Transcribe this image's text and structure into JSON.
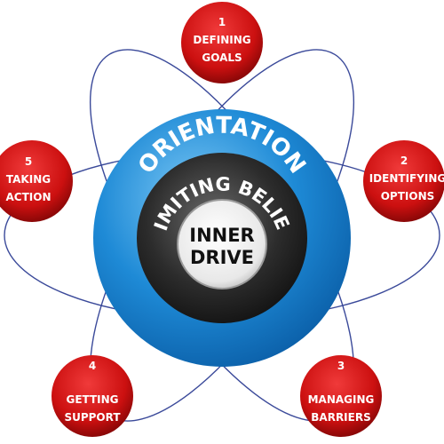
{
  "diagram": {
    "center": {
      "outer_ring_label": "ORIENTATION",
      "middle_ring_label": "LIMITING BELIEF",
      "core_lines": [
        "INNER",
        "DRIVE"
      ]
    },
    "steps": [
      {
        "number": "1",
        "lines": [
          "DEFINING",
          "GOALS"
        ]
      },
      {
        "number": "2",
        "lines": [
          "IDENTIFYING",
          "OPTIONS"
        ]
      },
      {
        "number": "3",
        "lines": [
          "MANAGING",
          "BARRIERS"
        ]
      },
      {
        "number": "4",
        "lines": [
          "GETTING",
          "SUPPORT"
        ]
      },
      {
        "number": "5",
        "lines": [
          "TAKING",
          "ACTION"
        ]
      }
    ]
  },
  "colors": {
    "orbit": "#3b4a9a",
    "blue_ring": "#1e8ad6",
    "blue_ring_light": "#5fb8f0",
    "dark_ring": "#2e2e2e",
    "core": "#f2f2f2",
    "node_red": "#d21515",
    "node_red_dark": "#8a0808"
  }
}
